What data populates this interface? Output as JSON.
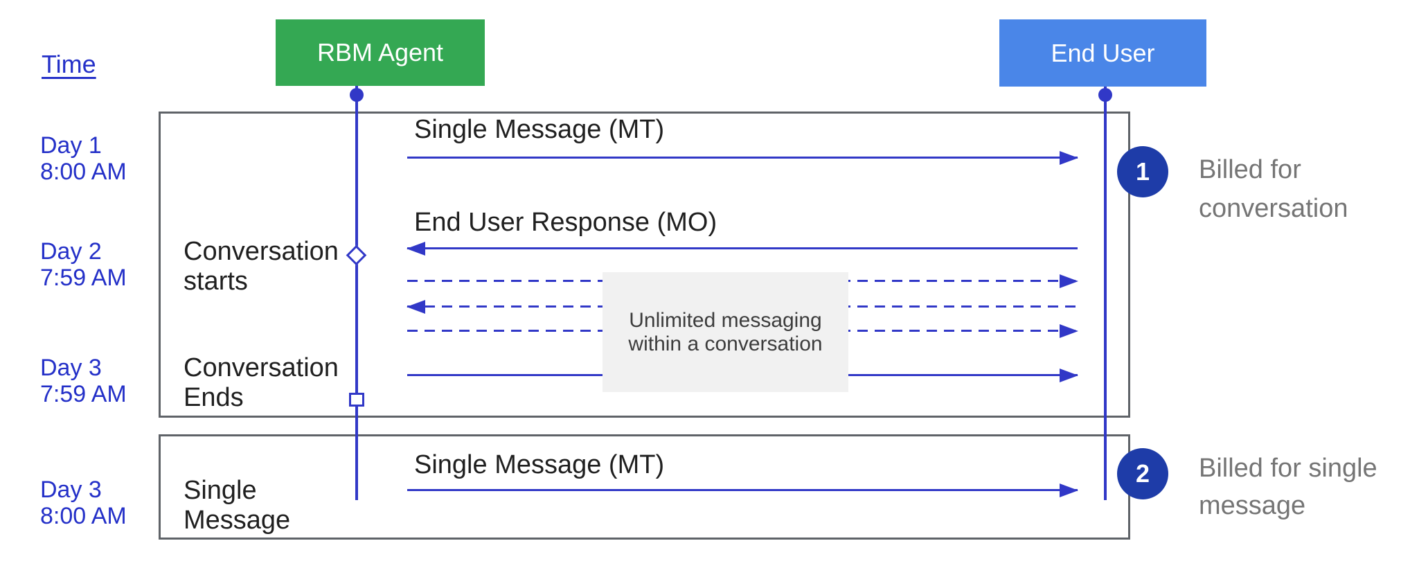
{
  "diagram": {
    "time_axis_label": "Time",
    "actors": [
      {
        "id": "agent",
        "label": "RBM Agent"
      },
      {
        "id": "end_user",
        "label": "End User"
      }
    ],
    "timeline": [
      {
        "day": "Day 1",
        "time": "8:00 AM"
      },
      {
        "day": "Day 2",
        "time": "7:59 AM"
      },
      {
        "day": "Day 3",
        "time": "7:59 AM"
      },
      {
        "day": "Day 3",
        "time": "8:00 AM"
      }
    ],
    "conversation_box": {
      "messages": [
        {
          "label": "Single Message (MT)",
          "direction": "agent-to-user",
          "style": "solid"
        },
        {
          "label": "End User Response (MO)",
          "direction": "user-to-agent",
          "style": "solid"
        },
        {
          "label": "",
          "direction": "agent-to-user",
          "style": "dashed"
        },
        {
          "label": "",
          "direction": "user-to-agent",
          "style": "dashed"
        },
        {
          "label": "",
          "direction": "agent-to-user",
          "style": "dashed"
        },
        {
          "label": "",
          "direction": "agent-to-user",
          "style": "solid"
        }
      ],
      "milestones": [
        {
          "line1": "Conversation",
          "line2": "starts",
          "marker": "diamond"
        },
        {
          "line1": "Conversation",
          "line2": "Ends",
          "marker": "square"
        }
      ],
      "note": {
        "line1": "Unlimited messaging",
        "line2": "within a conversation"
      },
      "badge": {
        "number": "1",
        "caption_line1": "Billed for",
        "caption_line2": "conversation"
      }
    },
    "single_message_box": {
      "row_label": {
        "line1": "Single",
        "line2": "Message"
      },
      "messages": [
        {
          "label": "Single Message (MT)",
          "direction": "agent-to-user",
          "style": "solid"
        }
      ],
      "badge": {
        "number": "2",
        "caption_line1": "Billed for single",
        "caption_line2": "message"
      }
    }
  },
  "theme": {
    "agent_color": "#34a853",
    "end_user_color": "#4a86e8",
    "line_color": "#3138c7",
    "timeline_text_color": "#2430c8",
    "badge_color": "#1e3ca8",
    "box_border_color": "#5f6368",
    "note_bg": "#f1f1f1",
    "caption_color": "#757575",
    "message_text_color": "#1f1f1f"
  }
}
